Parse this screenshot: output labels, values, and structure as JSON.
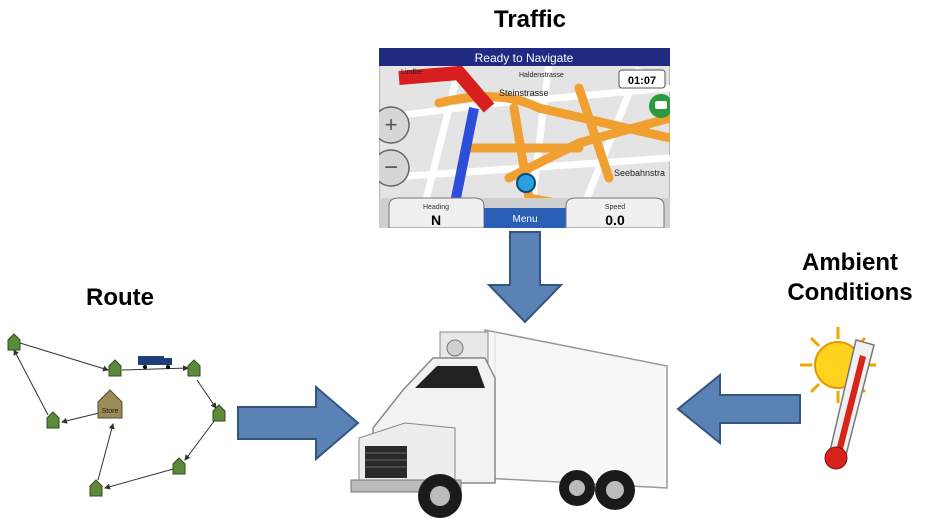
{
  "labels": {
    "traffic": "Traffic",
    "route": "Route",
    "ambient_line1": "Ambient",
    "ambient_line2": "Conditions"
  },
  "gps": {
    "header": "Ready to Navigate",
    "time": "01:07",
    "street_top": "Haldenstrasse",
    "street_left": "Steinstrasse",
    "street_right": "Seebahnstra",
    "street_corner": "Lindbe",
    "heading_label": "Heading",
    "heading_value": "N",
    "menu": "Menu",
    "speed_label": "Speed",
    "speed_value": "0.0"
  },
  "route_map": {
    "store_label": "Store"
  },
  "colors": {
    "arrow_fill": "#5b82b5",
    "arrow_stroke": "#35557f",
    "house_green": "#5c8a3a",
    "store_tan": "#9b8a5a",
    "gps_header": "#1f2a80",
    "road_orange": "#f0a030"
  }
}
